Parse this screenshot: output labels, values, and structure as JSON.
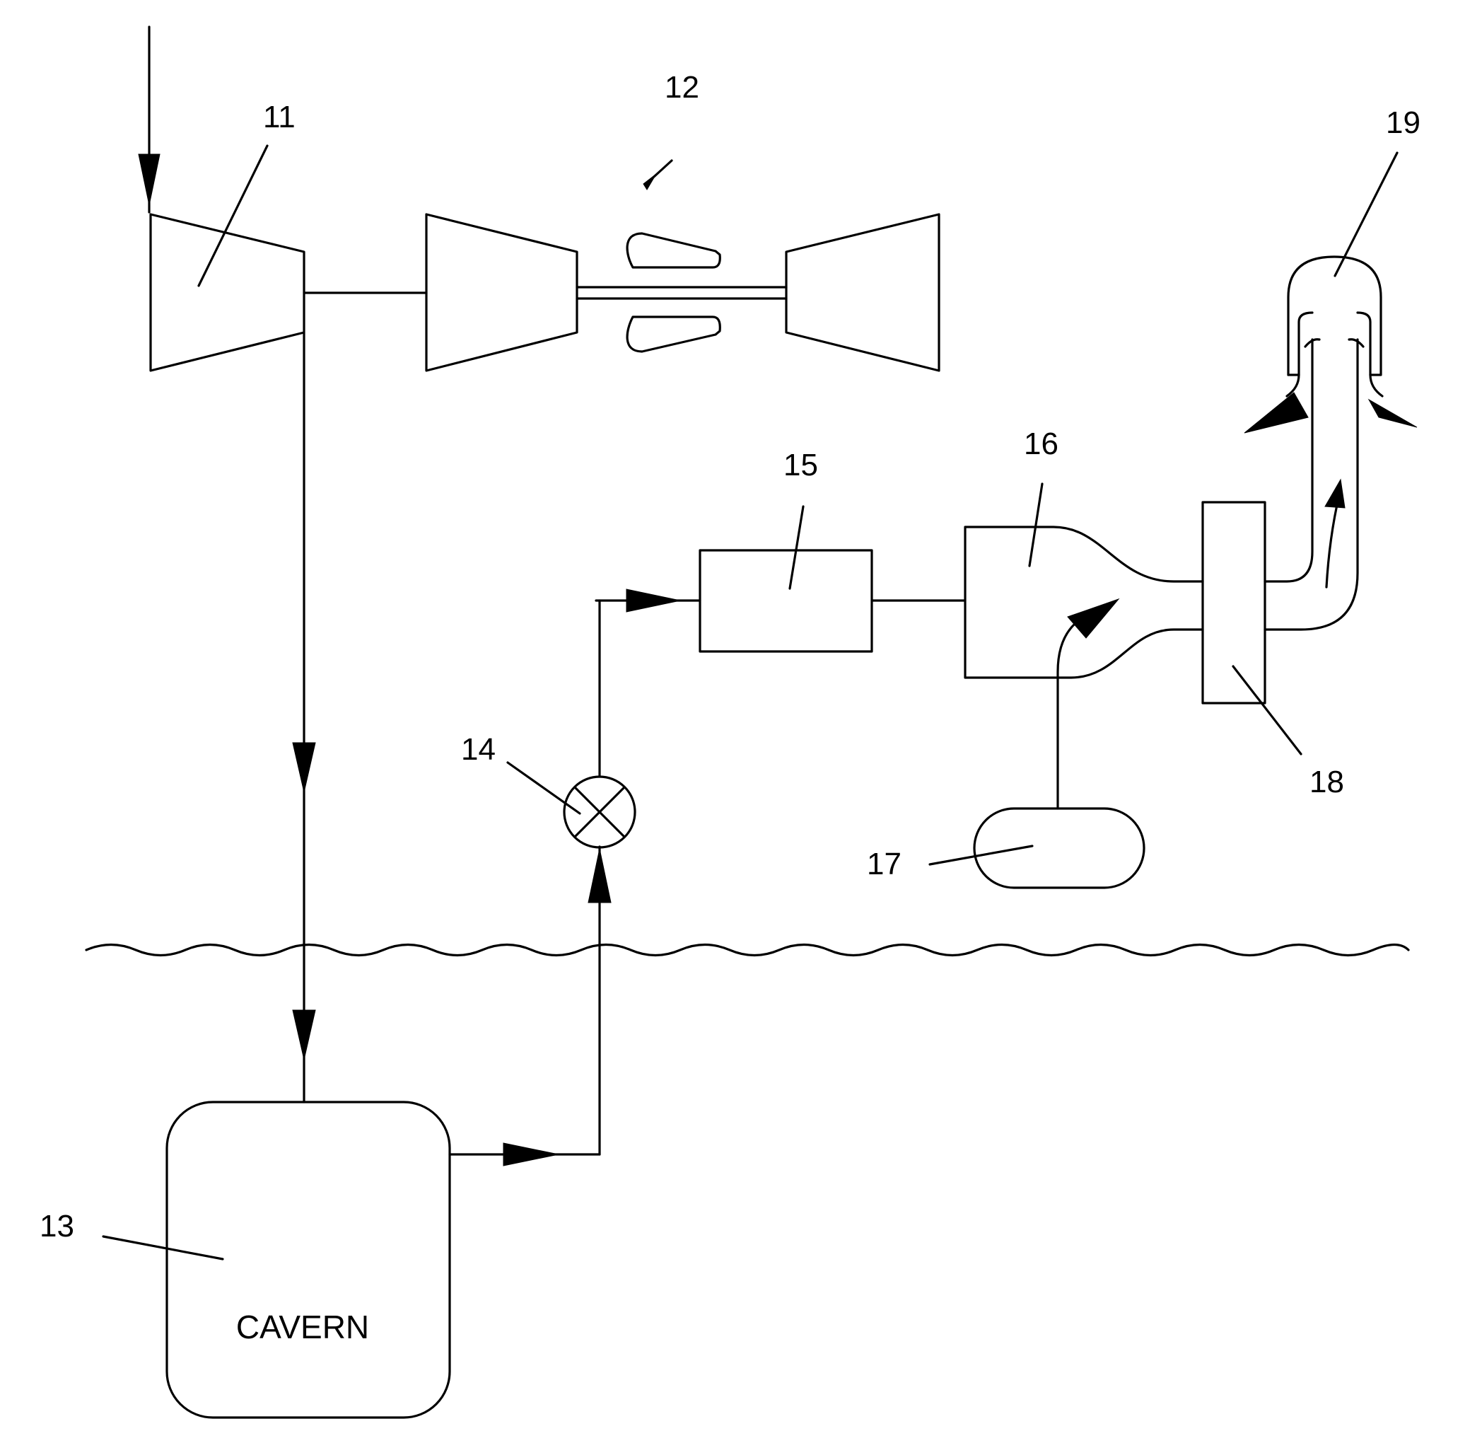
{
  "labels": {
    "n11": "11",
    "n12": "12",
    "n13": "13",
    "n14": "14",
    "n15": "15",
    "n16": "16",
    "n17": "17",
    "n18": "18",
    "n19": "19",
    "cavern": "CAVERN"
  },
  "colors": {
    "stroke": "#000000",
    "background": "#ffffff"
  }
}
